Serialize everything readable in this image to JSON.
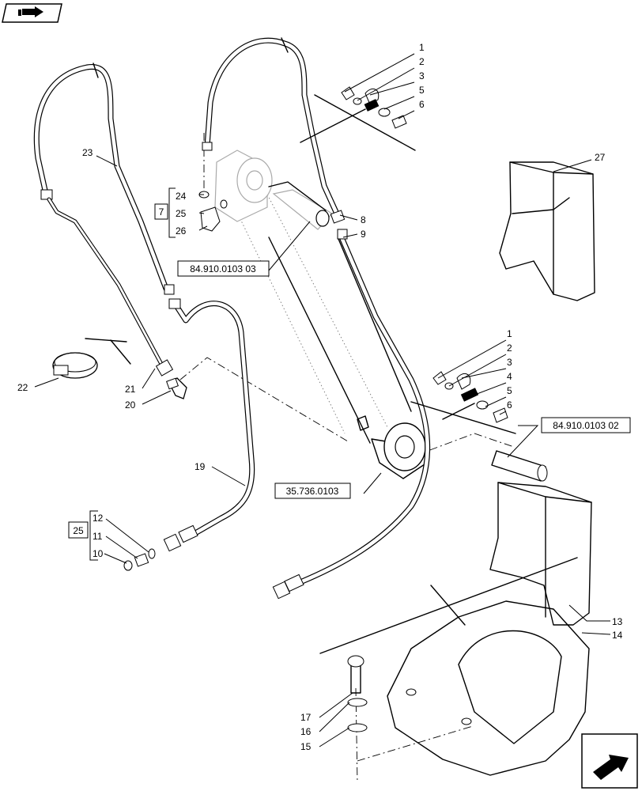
{
  "callouts": [
    {
      "id": "c1a",
      "text": "1"
    },
    {
      "id": "c2a",
      "text": "2"
    },
    {
      "id": "c3a",
      "text": "3"
    },
    {
      "id": "c5a",
      "text": "5"
    },
    {
      "id": "c6a",
      "text": "6"
    },
    {
      "id": "c27",
      "text": "27"
    },
    {
      "id": "c23",
      "text": "23"
    },
    {
      "id": "c24",
      "text": "24"
    },
    {
      "id": "c25a",
      "text": "25"
    },
    {
      "id": "c26",
      "text": "26"
    },
    {
      "id": "c8",
      "text": "8"
    },
    {
      "id": "c9",
      "text": "9"
    },
    {
      "id": "c1b",
      "text": "1"
    },
    {
      "id": "c2b",
      "text": "2"
    },
    {
      "id": "c3b",
      "text": "3"
    },
    {
      "id": "c4b",
      "text": "4"
    },
    {
      "id": "c5b",
      "text": "5"
    },
    {
      "id": "c6b",
      "text": "6"
    },
    {
      "id": "c22",
      "text": "22"
    },
    {
      "id": "c21",
      "text": "21"
    },
    {
      "id": "c20",
      "text": "20"
    },
    {
      "id": "c19",
      "text": "19"
    },
    {
      "id": "c12",
      "text": "12"
    },
    {
      "id": "c11",
      "text": "11"
    },
    {
      "id": "c10",
      "text": "10"
    },
    {
      "id": "c13",
      "text": "13"
    },
    {
      "id": "c14",
      "text": "14"
    },
    {
      "id": "c17",
      "text": "17"
    },
    {
      "id": "c16",
      "text": "16"
    },
    {
      "id": "c15",
      "text": "15"
    }
  ],
  "kit_boxes": [
    {
      "id": "kit7",
      "text": "7"
    },
    {
      "id": "kit25",
      "text": "25"
    }
  ],
  "references": [
    {
      "id": "ref1",
      "text": "84.910.0103 03"
    },
    {
      "id": "ref2",
      "text": "84.910.0103 02"
    },
    {
      "id": "ref3",
      "text": "35.736.0103"
    }
  ],
  "icons": {
    "top_left": "book-arrow-icon",
    "bottom_right": "navigation-arrow-icon"
  }
}
